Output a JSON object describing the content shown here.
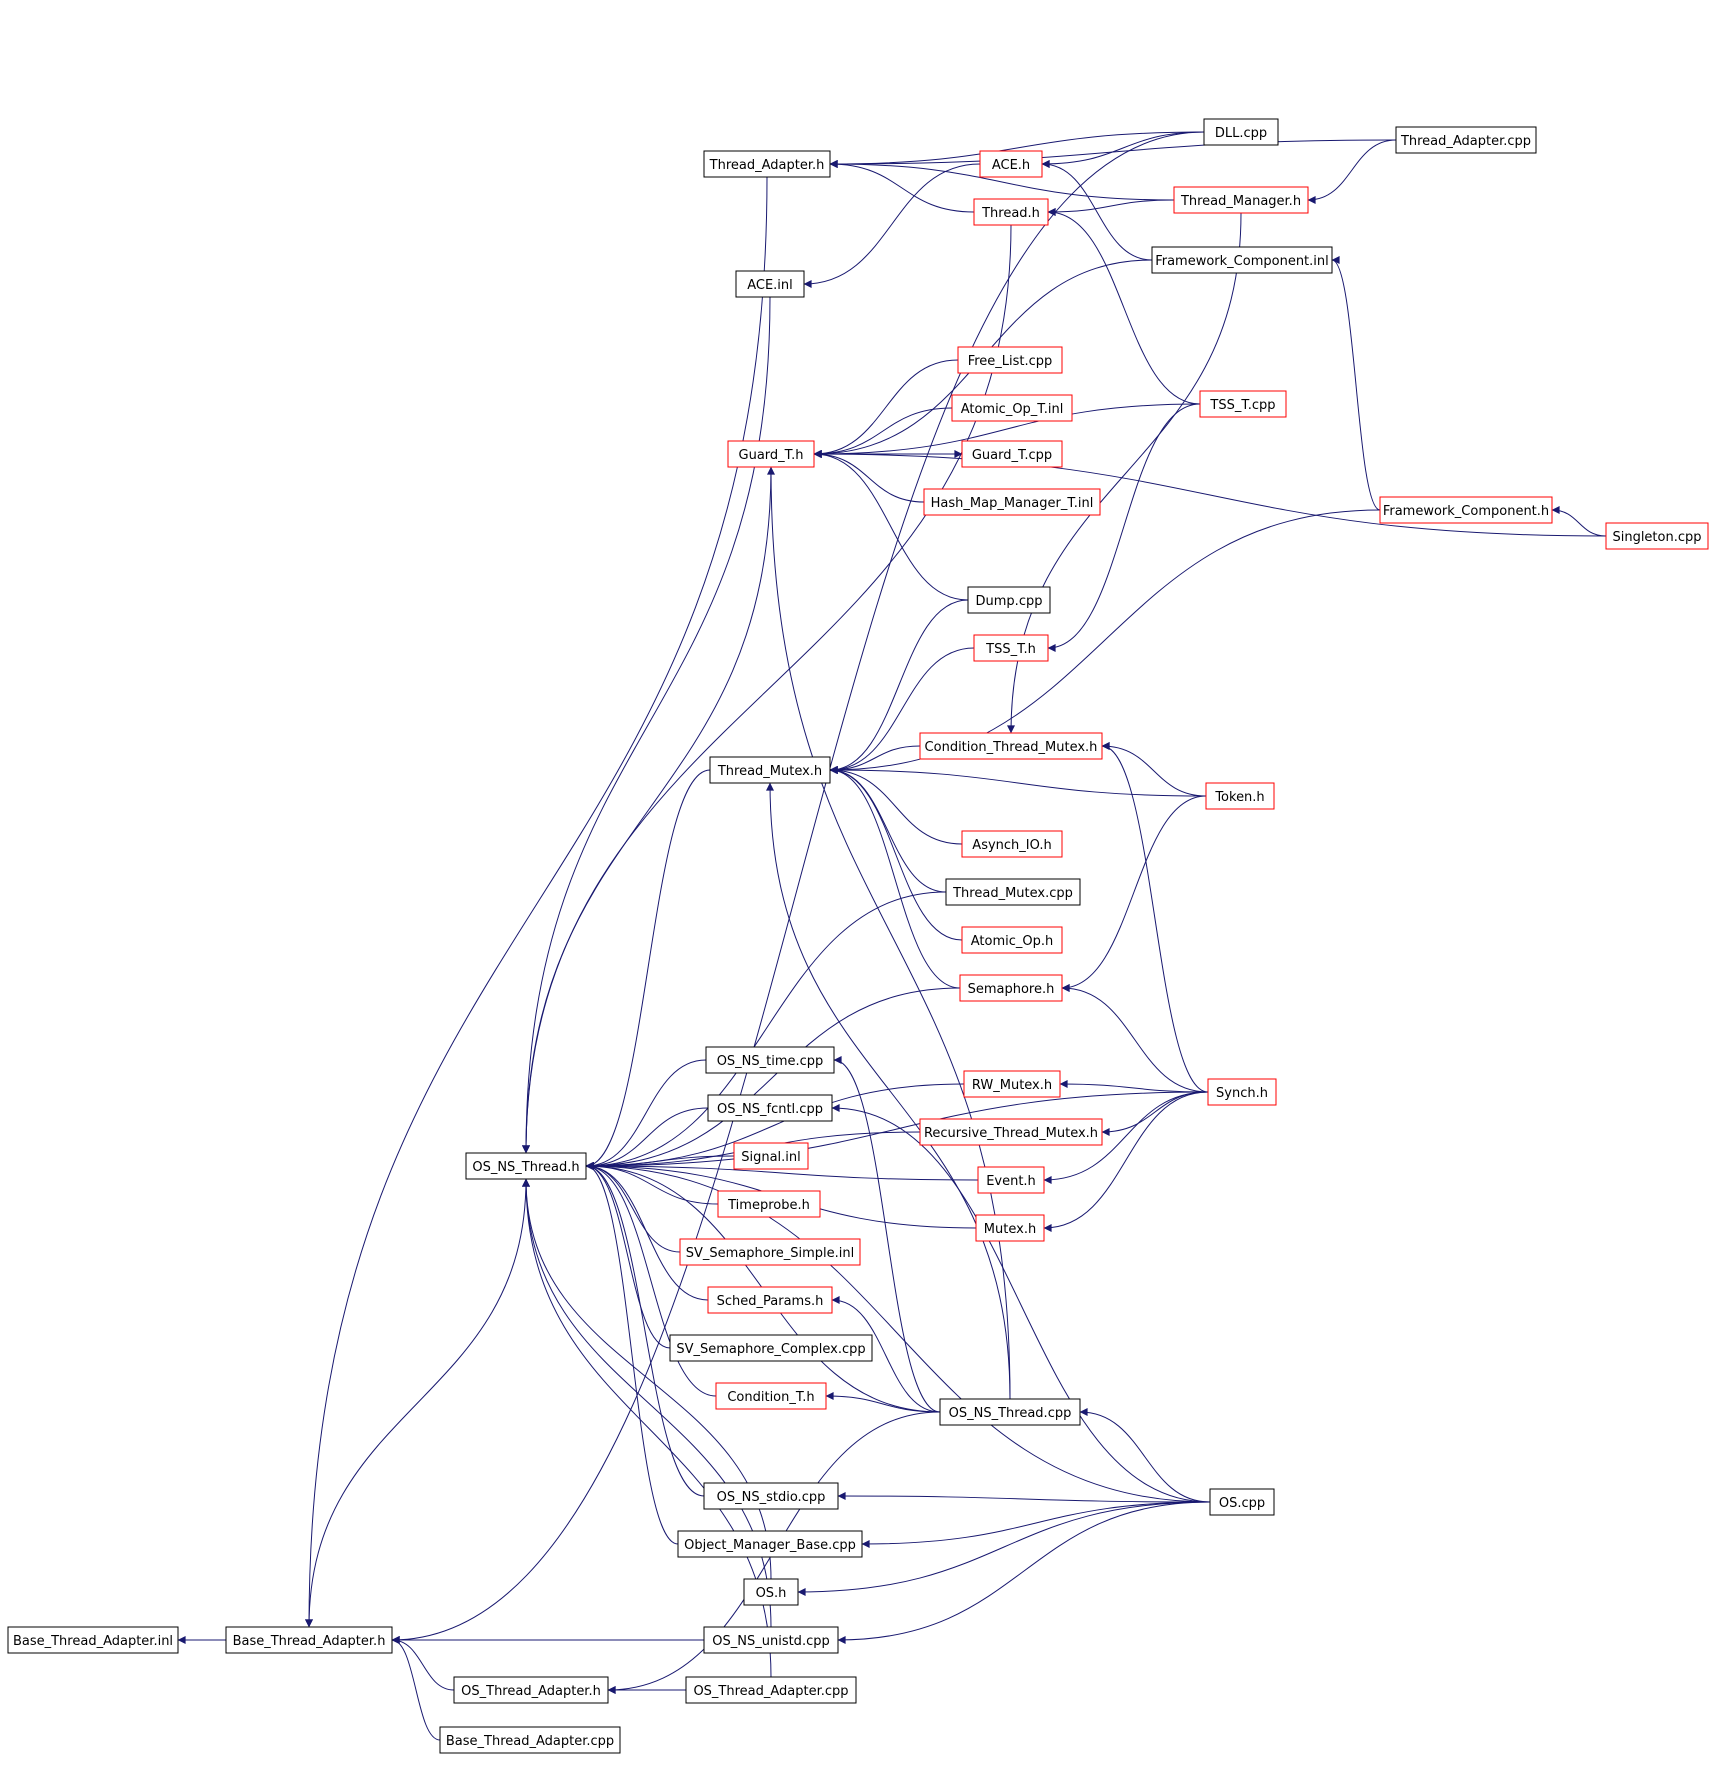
{
  "colors": {
    "edge": "#191970",
    "normal_border": "#000000",
    "red_border": "#ff0000",
    "root_fill": "#bfbfbf",
    "background": "#ffffff"
  },
  "nodes": [
    {
      "id": "base_inl",
      "label": "Base_Thread_Adapter.inl",
      "style": "root"
    },
    {
      "id": "base_h",
      "label": "Base_Thread_Adapter.h",
      "style": "normal"
    },
    {
      "id": "base_cpp",
      "label": "Base_Thread_Adapter.cpp",
      "style": "normal"
    },
    {
      "id": "os_ta_h",
      "label": "OS_Thread_Adapter.h",
      "style": "normal"
    },
    {
      "id": "os_ta_cpp",
      "label": "OS_Thread_Adapter.cpp",
      "style": "normal"
    },
    {
      "id": "os_ns_thread_h",
      "label": "OS_NS_Thread.h",
      "style": "normal"
    },
    {
      "id": "os_ns_unistd",
      "label": "OS_NS_unistd.cpp",
      "style": "normal"
    },
    {
      "id": "os_h",
      "label": "OS.h",
      "style": "normal"
    },
    {
      "id": "obj_mgr",
      "label": "Object_Manager_Base.cpp",
      "style": "normal"
    },
    {
      "id": "os_ns_stdio",
      "label": "OS_NS_stdio.cpp",
      "style": "normal"
    },
    {
      "id": "condition_t",
      "label": "Condition_T.h",
      "style": "red"
    },
    {
      "id": "sv_complex",
      "label": "SV_Semaphore_Complex.cpp",
      "style": "normal"
    },
    {
      "id": "sched_params",
      "label": "Sched_Params.h",
      "style": "red"
    },
    {
      "id": "sv_simple",
      "label": "SV_Semaphore_Simple.inl",
      "style": "red"
    },
    {
      "id": "timeprobe",
      "label": "Timeprobe.h",
      "style": "red"
    },
    {
      "id": "signal_inl",
      "label": "Signal.inl",
      "style": "red"
    },
    {
      "id": "os_ns_fcntl",
      "label": "OS_NS_fcntl.cpp",
      "style": "normal"
    },
    {
      "id": "os_ns_time",
      "label": "OS_NS_time.cpp",
      "style": "normal"
    },
    {
      "id": "thread_mutex_h",
      "label": "Thread_Mutex.h",
      "style": "normal"
    },
    {
      "id": "guard_t_h",
      "label": "Guard_T.h",
      "style": "red"
    },
    {
      "id": "ace_inl",
      "label": "ACE.inl",
      "style": "normal"
    },
    {
      "id": "thread_adapter_h",
      "label": "Thread_Adapter.h",
      "style": "normal"
    },
    {
      "id": "ace_h",
      "label": "ACE.h",
      "style": "red"
    },
    {
      "id": "thread_h",
      "label": "Thread.h",
      "style": "red"
    },
    {
      "id": "free_list",
      "label": "Free_List.cpp",
      "style": "red"
    },
    {
      "id": "atomic_op_t",
      "label": "Atomic_Op_T.inl",
      "style": "red"
    },
    {
      "id": "guard_t_cpp",
      "label": "Guard_T.cpp",
      "style": "red"
    },
    {
      "id": "hash_map",
      "label": "Hash_Map_Manager_T.inl",
      "style": "red"
    },
    {
      "id": "dump_cpp",
      "label": "Dump.cpp",
      "style": "normal"
    },
    {
      "id": "tss_t_h",
      "label": "TSS_T.h",
      "style": "red"
    },
    {
      "id": "cond_thread_mutex",
      "label": "Condition_Thread_Mutex.h",
      "style": "red"
    },
    {
      "id": "asynch_io",
      "label": "Asynch_IO.h",
      "style": "red"
    },
    {
      "id": "thread_mutex_cpp",
      "label": "Thread_Mutex.cpp",
      "style": "normal"
    },
    {
      "id": "atomic_op_h",
      "label": "Atomic_Op.h",
      "style": "red"
    },
    {
      "id": "semaphore_h",
      "label": "Semaphore.h",
      "style": "red"
    },
    {
      "id": "rw_mutex",
      "label": "RW_Mutex.h",
      "style": "red"
    },
    {
      "id": "recursive_tm",
      "label": "Recursive_Thread_Mutex.h",
      "style": "red"
    },
    {
      "id": "event_h",
      "label": "Event.h",
      "style": "red"
    },
    {
      "id": "mutex_h",
      "label": "Mutex.h",
      "style": "red"
    },
    {
      "id": "os_ns_thread_cpp",
      "label": "OS_NS_Thread.cpp",
      "style": "normal"
    },
    {
      "id": "dll_cpp",
      "label": "DLL.cpp",
      "style": "normal"
    },
    {
      "id": "thread_manager",
      "label": "Thread_Manager.h",
      "style": "red"
    },
    {
      "id": "framework_inl",
      "label": "Framework_Component.inl",
      "style": "normal"
    },
    {
      "id": "tss_t_cpp",
      "label": "TSS_T.cpp",
      "style": "red"
    },
    {
      "id": "token_h",
      "label": "Token.h",
      "style": "red"
    },
    {
      "id": "synch_h",
      "label": "Synch.h",
      "style": "red"
    },
    {
      "id": "os_cpp",
      "label": "OS.cpp",
      "style": "normal"
    },
    {
      "id": "thread_adapter_cpp",
      "label": "Thread_Adapter.cpp",
      "style": "normal"
    },
    {
      "id": "framework_h",
      "label": "Framework_Component.h",
      "style": "red"
    },
    {
      "id": "singleton",
      "label": "Singleton.cpp",
      "style": "red"
    }
  ],
  "edges": [
    {
      "from": "base_h",
      "to": "base_inl"
    },
    {
      "from": "os_ns_unistd",
      "to": "base_h"
    },
    {
      "from": "os_ta_h",
      "to": "base_h"
    },
    {
      "from": "base_cpp",
      "to": "base_h"
    },
    {
      "from": "os_ns_thread_h",
      "to": "base_h"
    },
    {
      "from": "thread_adapter_h",
      "to": "base_h"
    },
    {
      "from": "dll_cpp",
      "to": "base_h"
    },
    {
      "from": "os_ta_cpp",
      "to": "os_ta_h"
    },
    {
      "from": "os_ns_thread_cpp",
      "to": "os_ta_h"
    },
    {
      "from": "os_ns_time",
      "to": "os_ns_thread_h"
    },
    {
      "from": "os_ns_fcntl",
      "to": "os_ns_thread_h"
    },
    {
      "from": "signal_inl",
      "to": "os_ns_thread_h"
    },
    {
      "from": "timeprobe",
      "to": "os_ns_thread_h"
    },
    {
      "from": "sv_simple",
      "to": "os_ns_thread_h"
    },
    {
      "from": "sched_params",
      "to": "os_ns_thread_h"
    },
    {
      "from": "sv_complex",
      "to": "os_ns_thread_h"
    },
    {
      "from": "condition_t",
      "to": "os_ns_thread_h"
    },
    {
      "from": "os_ns_thread_cpp",
      "to": "os_ns_thread_h"
    },
    {
      "from": "os_ns_stdio",
      "to": "os_ns_thread_h"
    },
    {
      "from": "obj_mgr",
      "to": "os_ns_thread_h"
    },
    {
      "from": "os_h",
      "to": "os_ns_thread_h"
    },
    {
      "from": "os_ns_unistd",
      "to": "os_ns_thread_h"
    },
    {
      "from": "os_ta_cpp",
      "to": "os_ns_thread_h"
    },
    {
      "from": "thread_mutex_h",
      "to": "os_ns_thread_h"
    },
    {
      "from": "guard_t_h",
      "to": "os_ns_thread_h"
    },
    {
      "from": "ace_inl",
      "to": "os_ns_thread_h"
    },
    {
      "from": "thread_h",
      "to": "os_ns_thread_h"
    },
    {
      "from": "semaphore_h",
      "to": "os_ns_thread_h"
    },
    {
      "from": "rw_mutex",
      "to": "os_ns_thread_h"
    },
    {
      "from": "event_h",
      "to": "os_ns_thread_h"
    },
    {
      "from": "mutex_h",
      "to": "os_ns_thread_h"
    },
    {
      "from": "recursive_tm",
      "to": "os_ns_thread_h"
    },
    {
      "from": "synch_h",
      "to": "os_ns_thread_h"
    },
    {
      "from": "thread_mutex_cpp",
      "to": "os_ns_thread_h"
    },
    {
      "from": "os_cpp",
      "to": "os_ns_thread_h"
    },
    {
      "from": "os_cpp",
      "to": "os_ns_stdio"
    },
    {
      "from": "os_cpp",
      "to": "obj_mgr"
    },
    {
      "from": "os_cpp",
      "to": "os_h"
    },
    {
      "from": "os_cpp",
      "to": "os_ns_unistd"
    },
    {
      "from": "os_cpp",
      "to": "os_ns_thread_cpp"
    },
    {
      "from": "os_cpp",
      "to": "os_ns_fcntl"
    },
    {
      "from": "os_ns_thread_cpp",
      "to": "condition_t"
    },
    {
      "from": "os_ns_thread_cpp",
      "to": "sched_params"
    },
    {
      "from": "os_ns_thread_cpp",
      "to": "os_ns_time"
    },
    {
      "from": "os_ns_thread_cpp",
      "to": "thread_mutex_h"
    },
    {
      "from": "os_ns_thread_cpp",
      "to": "guard_t_h"
    },
    {
      "from": "cond_thread_mutex",
      "to": "thread_mutex_h"
    },
    {
      "from": "token_h",
      "to": "thread_mutex_h"
    },
    {
      "from": "asynch_io",
      "to": "thread_mutex_h"
    },
    {
      "from": "thread_mutex_cpp",
      "to": "thread_mutex_h"
    },
    {
      "from": "atomic_op_h",
      "to": "thread_mutex_h"
    },
    {
      "from": "semaphore_h",
      "to": "thread_mutex_h"
    },
    {
      "from": "dump_cpp",
      "to": "thread_mutex_h"
    },
    {
      "from": "tss_t_h",
      "to": "thread_mutex_h"
    },
    {
      "from": "framework_h",
      "to": "thread_mutex_h"
    },
    {
      "from": "free_list",
      "to": "guard_t_h"
    },
    {
      "from": "atomic_op_t",
      "to": "guard_t_h"
    },
    {
      "from": "guard_t_cpp",
      "to": "guard_t_h"
    },
    {
      "from": "guard_t_h",
      "to": "guard_t_cpp"
    },
    {
      "from": "hash_map",
      "to": "guard_t_h"
    },
    {
      "from": "dump_cpp",
      "to": "guard_t_h"
    },
    {
      "from": "singleton",
      "to": "guard_t_h"
    },
    {
      "from": "tss_t_cpp",
      "to": "guard_t_h"
    },
    {
      "from": "framework_inl",
      "to": "guard_t_h"
    },
    {
      "from": "ace_h",
      "to": "ace_inl"
    },
    {
      "from": "thread_h",
      "to": "thread_adapter_h"
    },
    {
      "from": "dll_cpp",
      "to": "thread_adapter_h"
    },
    {
      "from": "thread_manager",
      "to": "thread_adapter_h"
    },
    {
      "from": "thread_adapter_cpp",
      "to": "thread_adapter_h"
    },
    {
      "from": "dll_cpp",
      "to": "ace_h"
    },
    {
      "from": "thread_manager",
      "to": "thread_h"
    },
    {
      "from": "framework_inl",
      "to": "ace_h"
    },
    {
      "from": "tss_t_cpp",
      "to": "thread_h"
    },
    {
      "from": "thread_adapter_cpp",
      "to": "thread_manager"
    },
    {
      "from": "framework_h",
      "to": "framework_inl"
    },
    {
      "from": "singleton",
      "to": "framework_h"
    },
    {
      "from": "tss_t_cpp",
      "to": "tss_t_h"
    },
    {
      "from": "thread_manager",
      "to": "cond_thread_mutex"
    },
    {
      "from": "token_h",
      "to": "cond_thread_mutex"
    },
    {
      "from": "synch_h",
      "to": "cond_thread_mutex"
    },
    {
      "from": "token_h",
      "to": "semaphore_h"
    },
    {
      "from": "synch_h",
      "to": "semaphore_h"
    },
    {
      "from": "synch_h",
      "to": "rw_mutex"
    },
    {
      "from": "synch_h",
      "to": "recursive_tm"
    },
    {
      "from": "synch_h",
      "to": "event_h"
    },
    {
      "from": "synch_h",
      "to": "mutex_h"
    }
  ]
}
